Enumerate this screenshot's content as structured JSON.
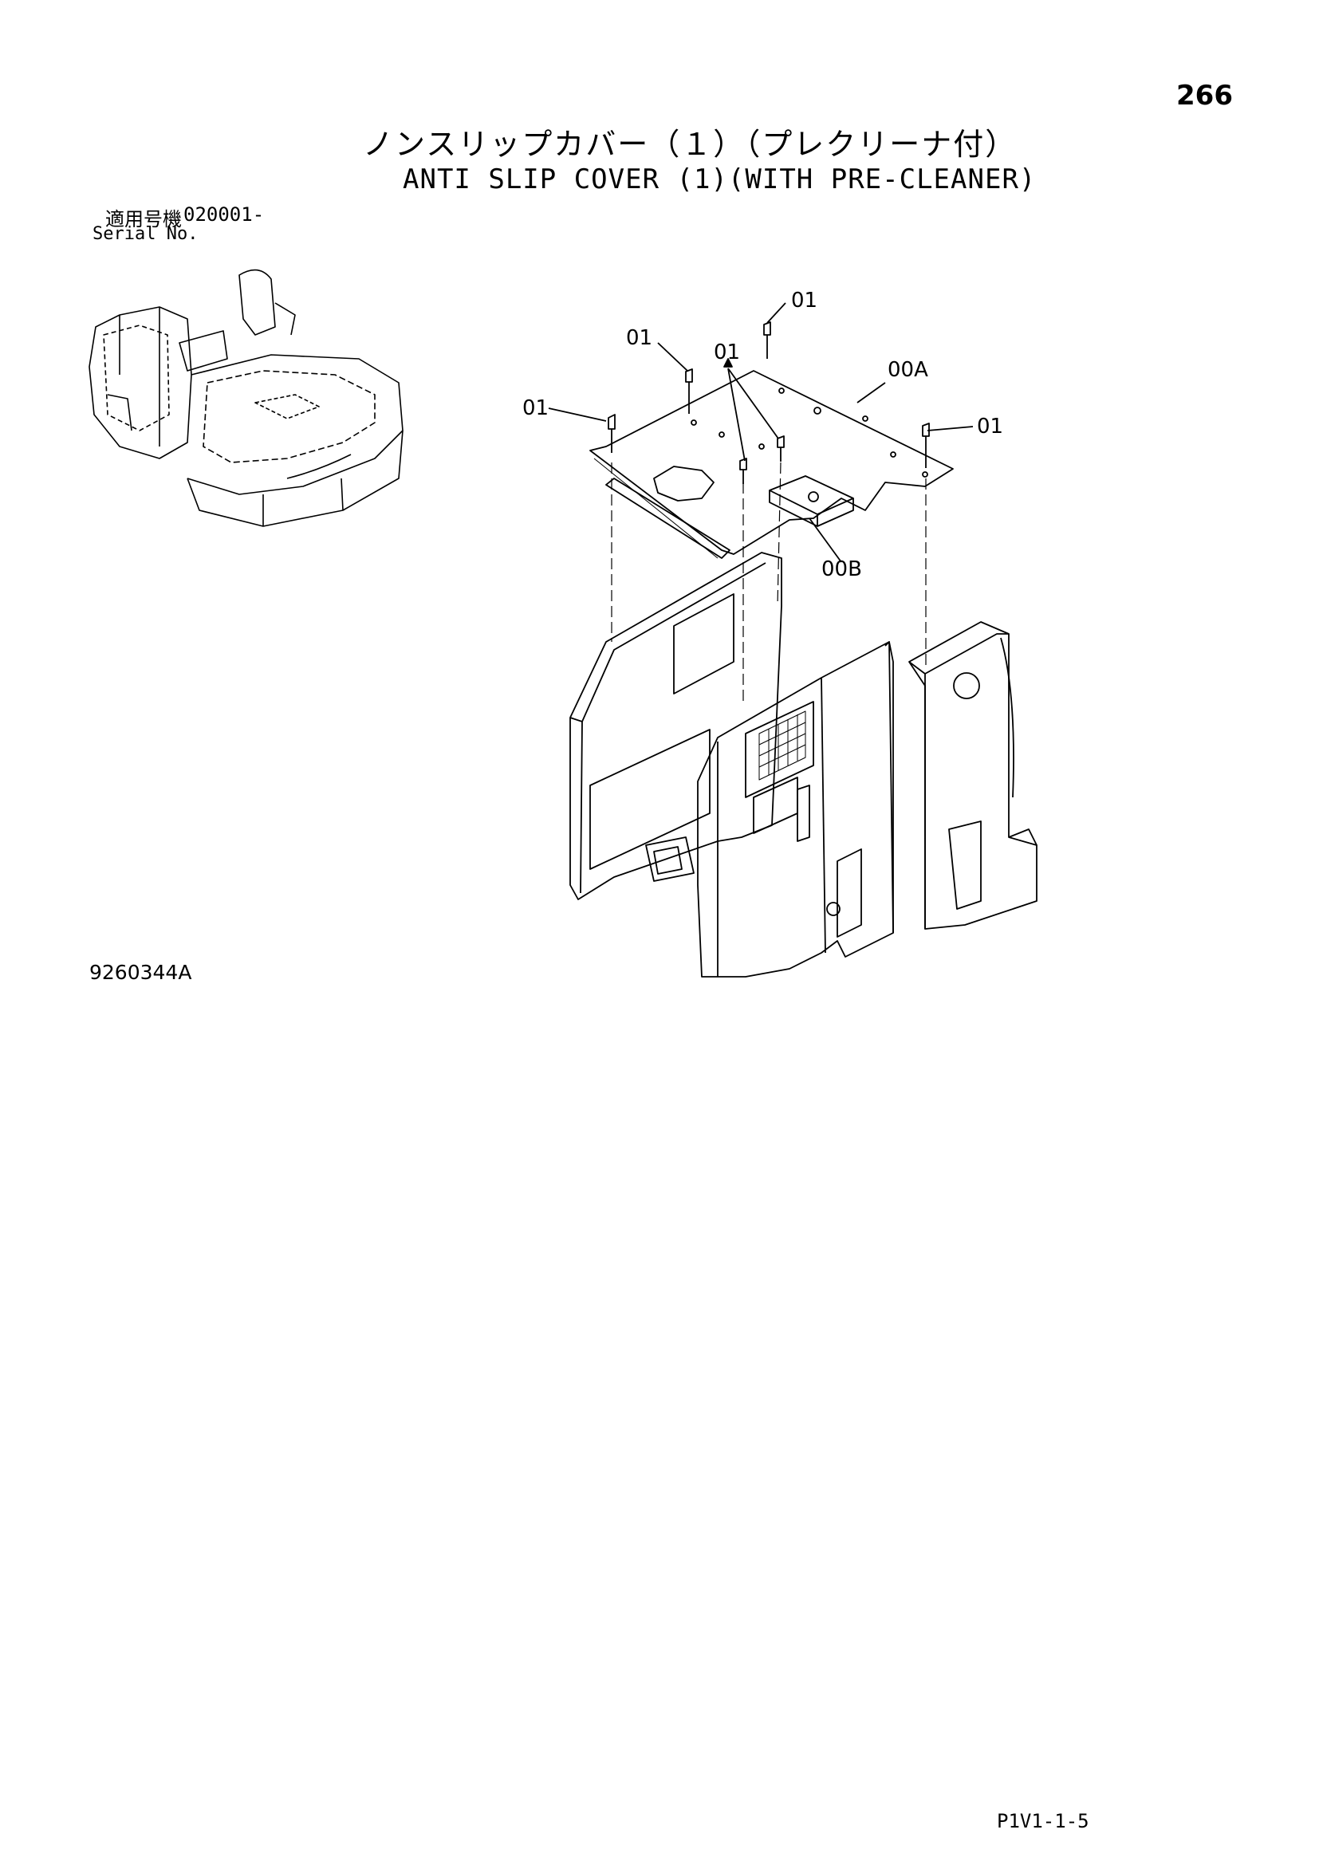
{
  "page": {
    "number": "266",
    "title_jp": "ノンスリップカバー（１）（プレクリーナ付）",
    "title_en": "ANTI SLIP COVER (1)(WITH PRE-CLEANER)",
    "serial_label_jp": "適用号機",
    "serial_number": "020001-",
    "serial_label_en": "Serial No.",
    "drawing_number": "9260344A",
    "page_code": "P1V1-1-5"
  },
  "callouts": {
    "c1": "01",
    "c2": "01",
    "c3": "01",
    "c4": "01",
    "c5": "01",
    "c6": "00A",
    "c7": "00B"
  }
}
